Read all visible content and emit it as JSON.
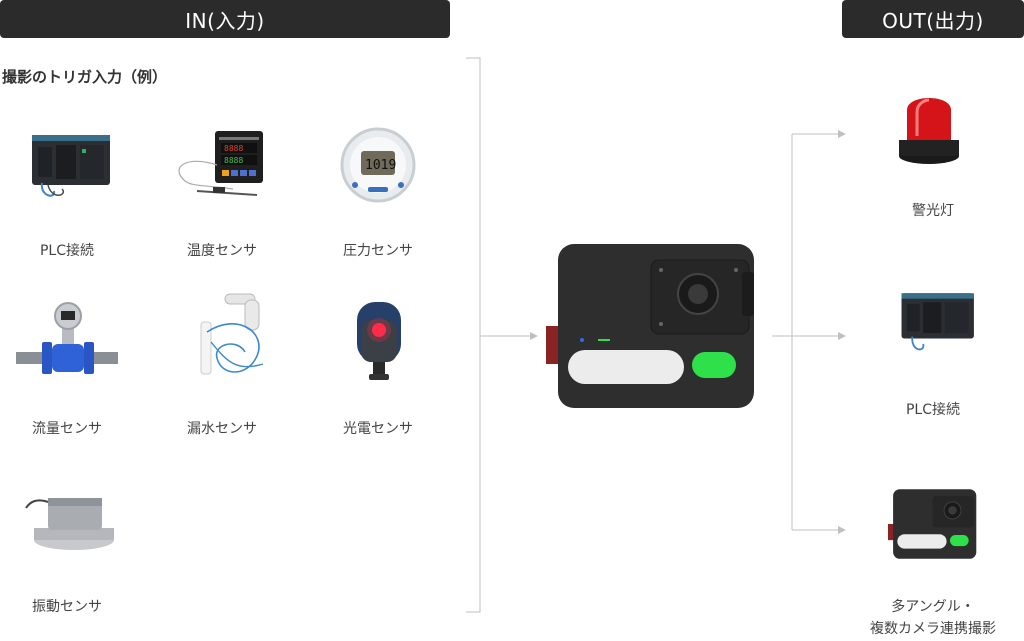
{
  "header": {
    "in_title": "IN(入力)",
    "out_title": "OUT(出力)"
  },
  "input_section": {
    "title": "撮影のトリガ入力（例）",
    "items": [
      {
        "label": "PLC接続",
        "icon": "plc-icon"
      },
      {
        "label": "温度センサ",
        "icon": "temperature-controller-icon"
      },
      {
        "label": "圧力センサ",
        "icon": "pressure-gauge-icon"
      },
      {
        "label": "流量センサ",
        "icon": "flowmeter-icon"
      },
      {
        "label": "漏水センサ",
        "icon": "leak-sensor-icon"
      },
      {
        "label": "光電センサ",
        "icon": "photoelectric-sensor-icon"
      },
      {
        "label": "振動センサ",
        "icon": "vibration-sensor-icon"
      }
    ]
  },
  "output_section": {
    "items": [
      {
        "label": "警光灯",
        "icon": "warning-light-icon"
      },
      {
        "label": "PLC接続",
        "icon": "plc-icon"
      },
      {
        "label_line1": "多アングル・",
        "label_line2": "複数カメラ連携撮影",
        "icon": "camera-device-icon"
      }
    ]
  },
  "center_device": {
    "icon": "camera-device-icon"
  },
  "colors": {
    "header_bg": "#2b2b2b",
    "device_body": "#2e2e2e",
    "led_green": "#2ee04a",
    "line": "#bfbfbf"
  }
}
